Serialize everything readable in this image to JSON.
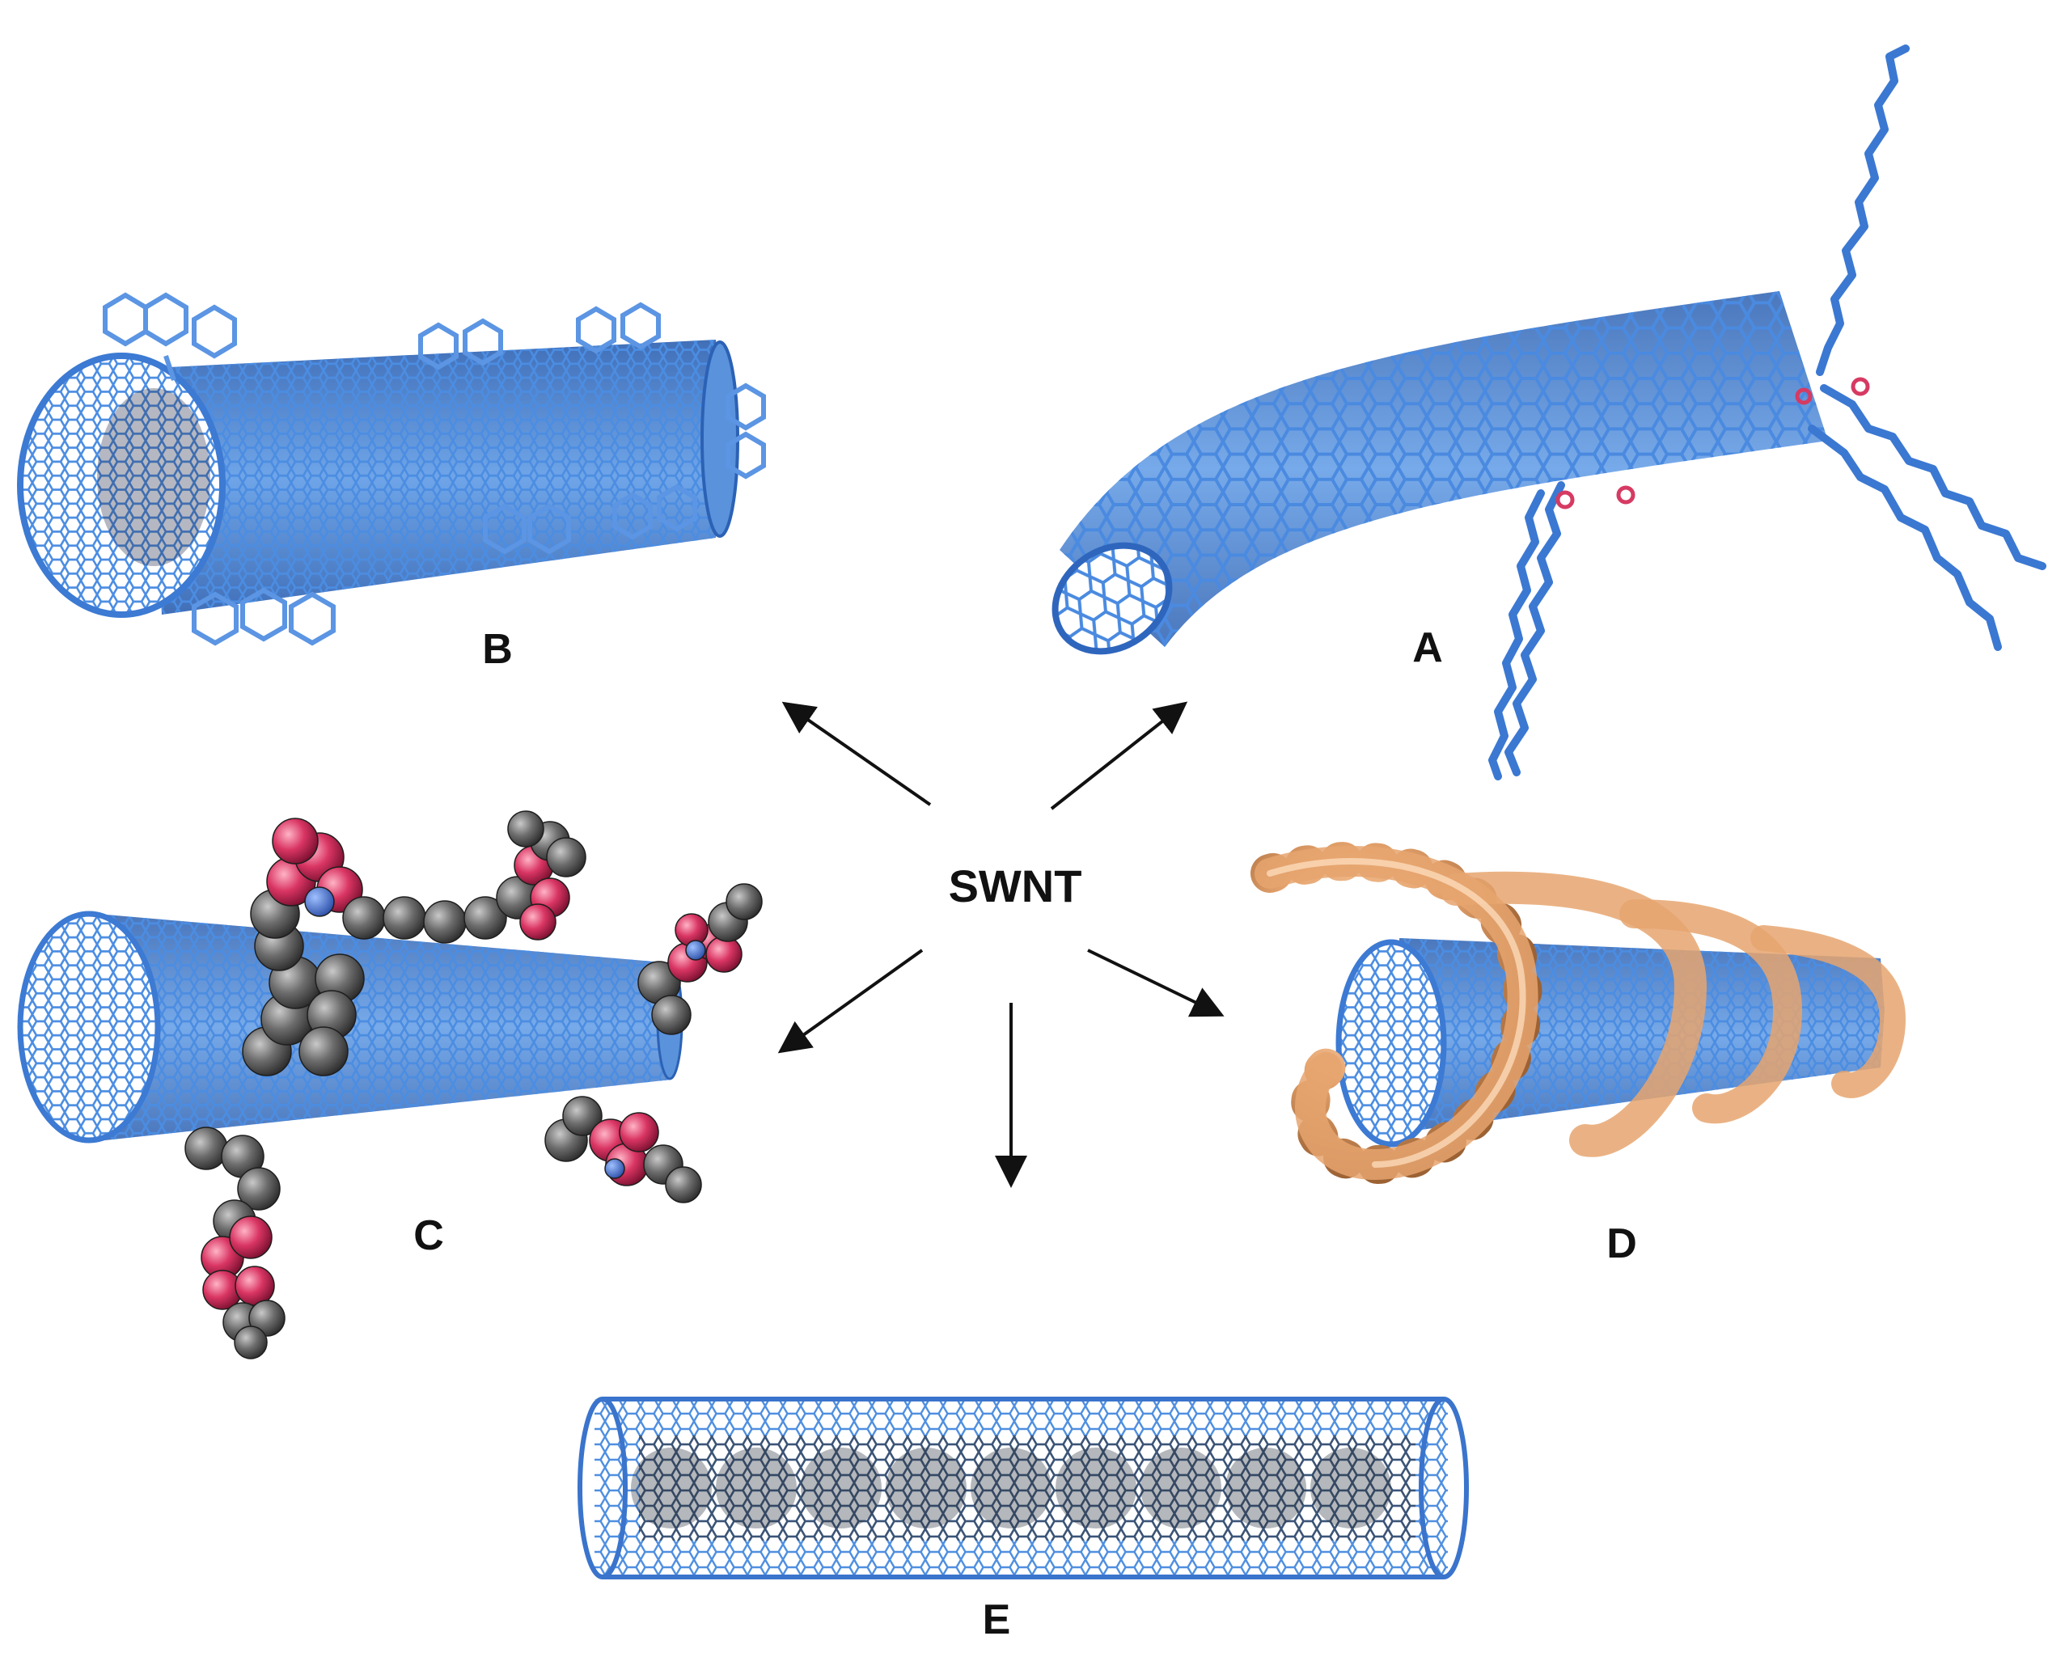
{
  "center_label": "SWNT",
  "panels": {
    "A": {
      "label": "A"
    },
    "B": {
      "label": "B"
    },
    "C": {
      "label": "C"
    },
    "D": {
      "label": "D"
    },
    "E": {
      "label": "E"
    }
  },
  "colors": {
    "nanotube": "#3f7fd6",
    "nanotube_dark": "#1d4a96",
    "carbon_sphere": "#6a6a6a",
    "oxygen_sphere": "#d63a62",
    "polymer_sphere": "#e7a673",
    "arrow": "#111111",
    "background": "#ffffff"
  }
}
